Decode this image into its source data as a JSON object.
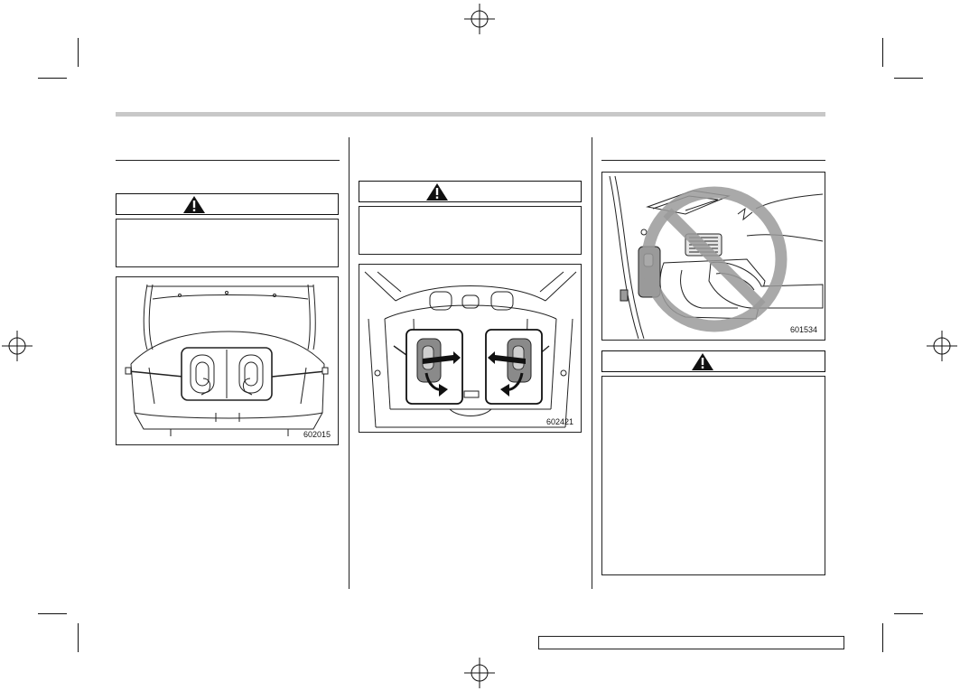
{
  "figures": {
    "fig1": {
      "code": "602015"
    },
    "fig2": {
      "code": "602421"
    },
    "fig3": {
      "code": "601534"
    }
  },
  "icons": {
    "warning": "warning-triangle-icon",
    "registration": "registration-mark-icon",
    "prohibition": "prohibition-sign-icon"
  },
  "colors": {
    "header_bar": "#c8c8c8",
    "prohibition": "#9a9a9a",
    "ink": "#111111"
  }
}
